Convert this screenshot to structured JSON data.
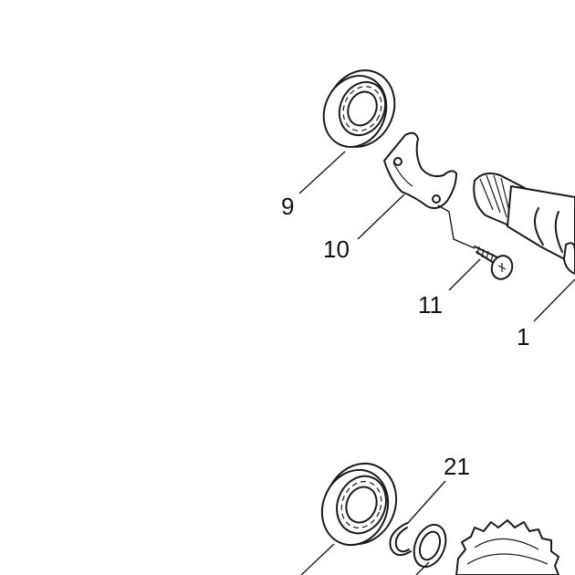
{
  "callouts": {
    "c9": "9",
    "c10": "10",
    "c11": "11",
    "c1": "1",
    "c21": "21"
  }
}
